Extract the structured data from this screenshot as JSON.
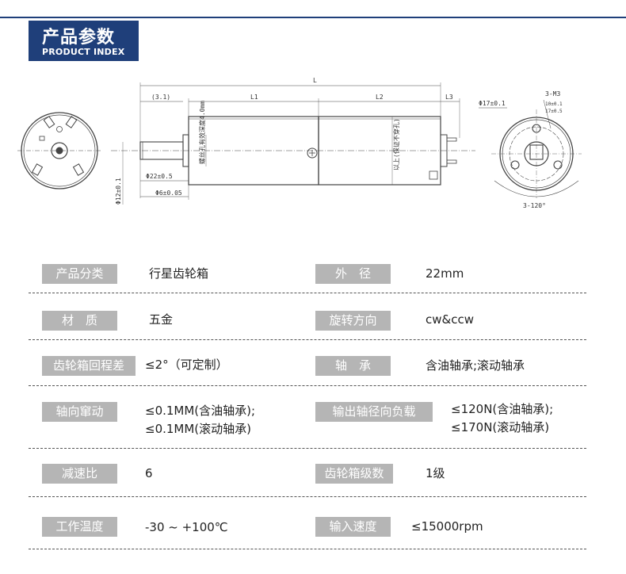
{
  "header": {
    "title_cn": "产品参数",
    "title_en": "PRODUCT INDEX"
  },
  "drawing": {
    "dimensions": [
      "L",
      "(3.1)",
      "L1",
      "L2",
      "L3",
      "Φ17±0.1",
      "3-M3",
      "螺丝孔有效深度4.0mm",
      "以上(保证不穿孔)",
      "Φ12±0.1",
      "Φ22±0.5",
      "Φ6±0.05",
      "10±0.1",
      "17±0.5",
      "3-120°"
    ]
  },
  "specs": [
    {
      "label": "产品分类",
      "value": [
        "行星齿轮箱"
      ]
    },
    {
      "label": "外　径",
      "value": [
        "22mm"
      ]
    },
    {
      "label": "材　质",
      "value": [
        "五金"
      ]
    },
    {
      "label": "旋转方向",
      "value": [
        "cw&ccw"
      ]
    },
    {
      "label": "齿轮箱回程差",
      "value": [
        "≤2°（可定制）"
      ]
    },
    {
      "label": "轴　承",
      "value": [
        "含油轴承;滚动轴承"
      ]
    },
    {
      "label": "轴向窜动",
      "value": [
        "≤0.1MM(含油轴承);",
        "≤0.1MM(滚动轴承)"
      ]
    },
    {
      "label": "输出轴径向负载",
      "value": [
        "≤120N(含油轴承);",
        "≤170N(滚动轴承)"
      ]
    },
    {
      "label": "减速比",
      "value": [
        "6"
      ]
    },
    {
      "label": "齿轮箱级数",
      "value": [
        "1级"
      ]
    },
    {
      "label": "工作温度",
      "value": [
        "-30 ~ +100℃"
      ]
    },
    {
      "label": "输入速度",
      "value": [
        "≤15000rpm"
      ]
    }
  ]
}
